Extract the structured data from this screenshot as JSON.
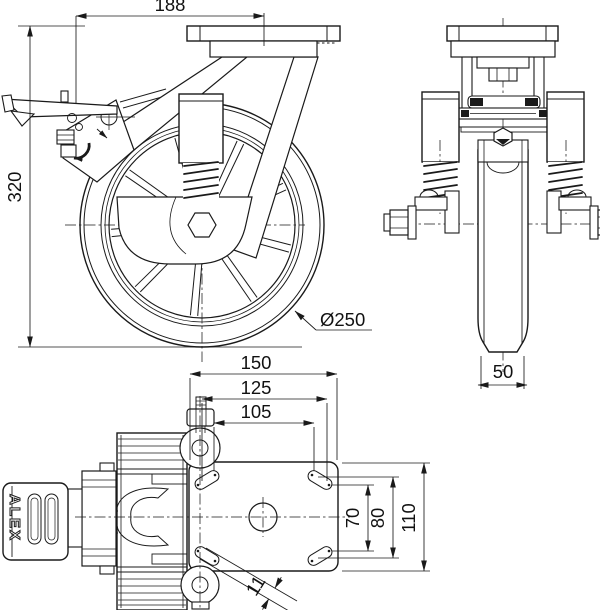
{
  "drawing": {
    "brand": "ALEX",
    "dims": {
      "overall_length": "188",
      "overall_height": "320",
      "wheel_diameter": "Ø250",
      "wheel_width": "50",
      "plate_length": "150",
      "bolt_span_outer": "125",
      "bolt_span_inner": "105",
      "bolt_span_narrow": "70",
      "bolt_span_wide": "80",
      "plate_width": "110",
      "slot_width": "11"
    }
  }
}
